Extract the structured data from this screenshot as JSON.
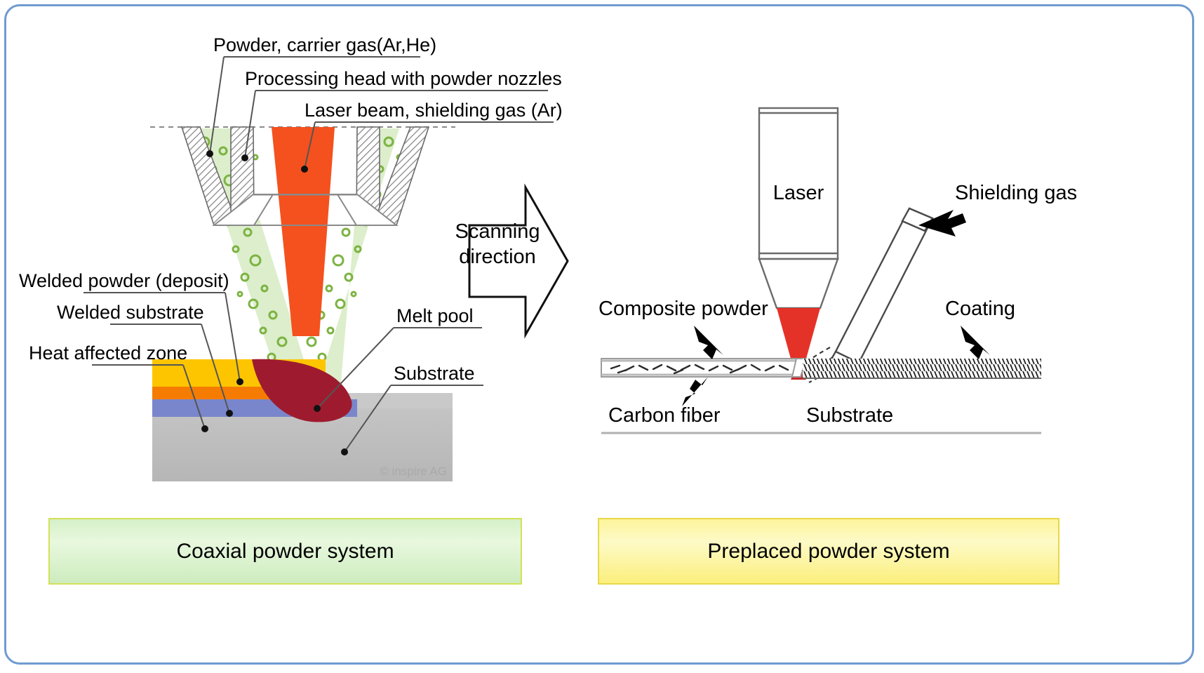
{
  "figure": {
    "border_color": "#6f9bd1",
    "background": "#ffffff"
  },
  "left_panel": {
    "caption": "Coaxial powder system",
    "caption_bg_start": "#d5f0c8",
    "caption_border": "#d4e157",
    "watermark": "© inspire AG",
    "labels": {
      "powder_carrier_gas": "Powder, carrier gas(Ar,He)",
      "processing_head": "Processing head with powder nozzles",
      "laser_beam": "Laser beam, shielding gas (Ar)",
      "welded_powder": "Welded powder (deposit)",
      "welded_substrate": "Welded substrate",
      "heat_affected_zone": "Heat affected zone",
      "melt_pool": "Melt pool",
      "substrate": "Substrate",
      "scanning_direction_line1": "Scanning",
      "scanning_direction_line2": "direction"
    },
    "colors": {
      "laser_beam": "#f4511e",
      "powder_stream": "#dceecb",
      "powder_particle": "#7cb342",
      "deposit_layer": "#fdc500",
      "welded_substrate_layer": "#f57c00",
      "heat_affected_layer": "#7986cb",
      "substrate_block": "#bdbdbd",
      "melt_pool": "#9e1b2f",
      "nozzle_hatch": "#888888"
    }
  },
  "right_panel": {
    "caption": "Preplaced powder system",
    "caption_bg_start": "#fdf49a",
    "caption_border": "#e8d84a",
    "labels": {
      "laser": "Laser",
      "shielding_gas": "Shielding gas",
      "composite_powder": "Composite powder",
      "coating": "Coating",
      "carbon_fiber": "Carbon fiber",
      "substrate": "Substrate"
    },
    "colors": {
      "laser_beam": "#e53228",
      "nozzle_outline": "#4a4a4a",
      "arrow": "#000000",
      "coating_hatch": "#222222"
    }
  }
}
